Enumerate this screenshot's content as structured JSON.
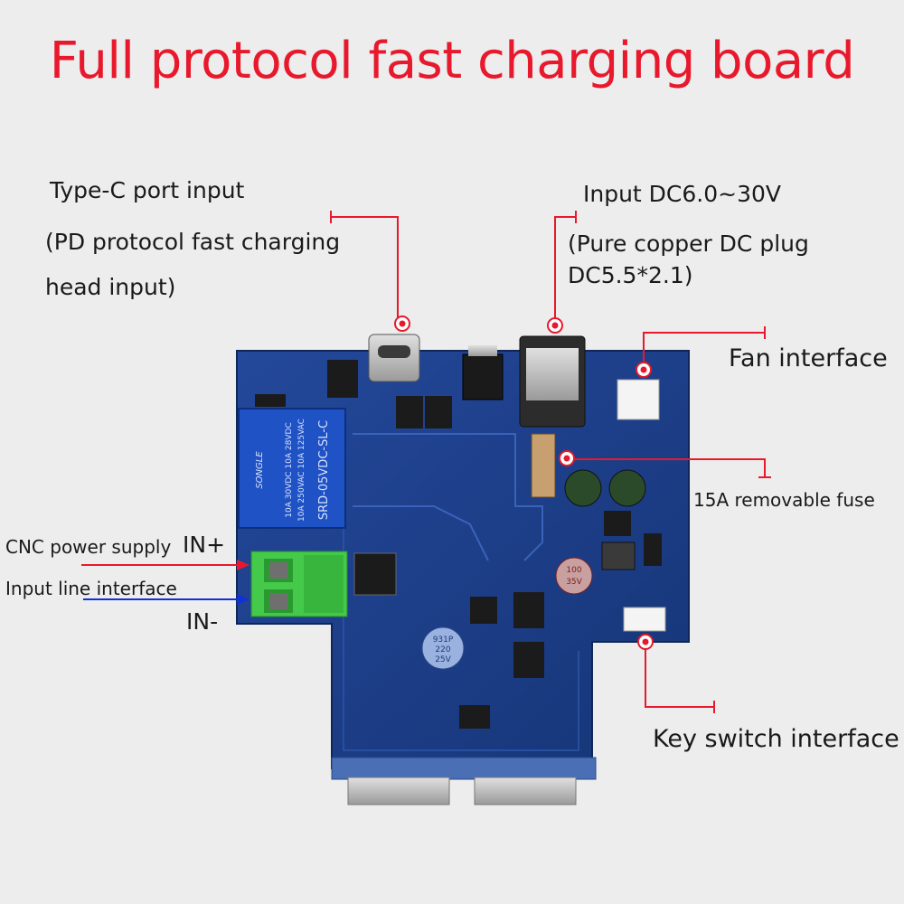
{
  "title": "Full protocol fast charging board",
  "callouts": {
    "typec_line1": "Type-C port input",
    "typec_line2": "(PD protocol fast charging",
    "typec_line3": "head input)",
    "dc_line1": "Input DC6.0~30V",
    "dc_line2": "(Pure copper DC plug",
    "dc_line3": "DC5.5*2.1)",
    "fan": "Fan interface",
    "fuse": "15A removable fuse",
    "cnc": "CNC power supply",
    "in_plus": "IN+",
    "input_line": "Input line interface",
    "in_minus": "IN-",
    "key_switch": "Key switch interface"
  },
  "relay": {
    "line1": "SRD-05VDC-SL-C",
    "line2": "10A 250VAC  10A 125VAC",
    "line3": "10A 30VDC  10A 28VDC",
    "brand": "SONGLE"
  },
  "capacitors": {
    "cap1_line1": "100",
    "cap1_line2": "35V",
    "cap2_line1": "931P",
    "cap2_line2": "220",
    "cap2_line3": "25V"
  },
  "colors": {
    "title": "#e8192c",
    "pcb": "#1d3f8a",
    "pcb_dark": "#13306e",
    "leader_red": "#e8192c",
    "leader_blue": "#1030d8",
    "terminal": "#3cc43c"
  }
}
